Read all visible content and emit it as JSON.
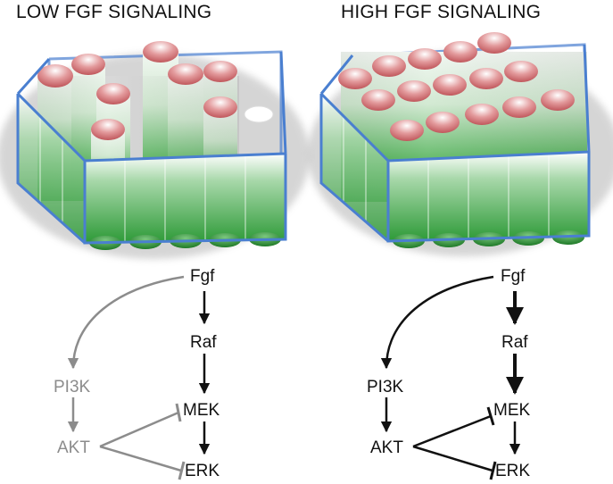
{
  "panels": {
    "left": {
      "title": "LOW FGF SIGNALING",
      "labels": {
        "fgf": "Fgf",
        "raf": "Raf",
        "mek": "MEK",
        "erk": "ERK",
        "pi3k": "PI3K",
        "akt": "AKT"
      },
      "pi3k_branch_color": "#8c8c8c"
    },
    "right": {
      "title": "HIGH FGF SIGNALING",
      "labels": {
        "fgf": "Fgf",
        "raf": "Raf",
        "mek": "MEK",
        "erk": "ERK",
        "pi3k": "PI3K",
        "akt": "AKT"
      },
      "pi3k_branch_color": "#111111"
    }
  },
  "colors": {
    "cap": "#c85a5e",
    "cylinder_green": "#3aa142",
    "rack_frame": "#4a7fd0"
  }
}
